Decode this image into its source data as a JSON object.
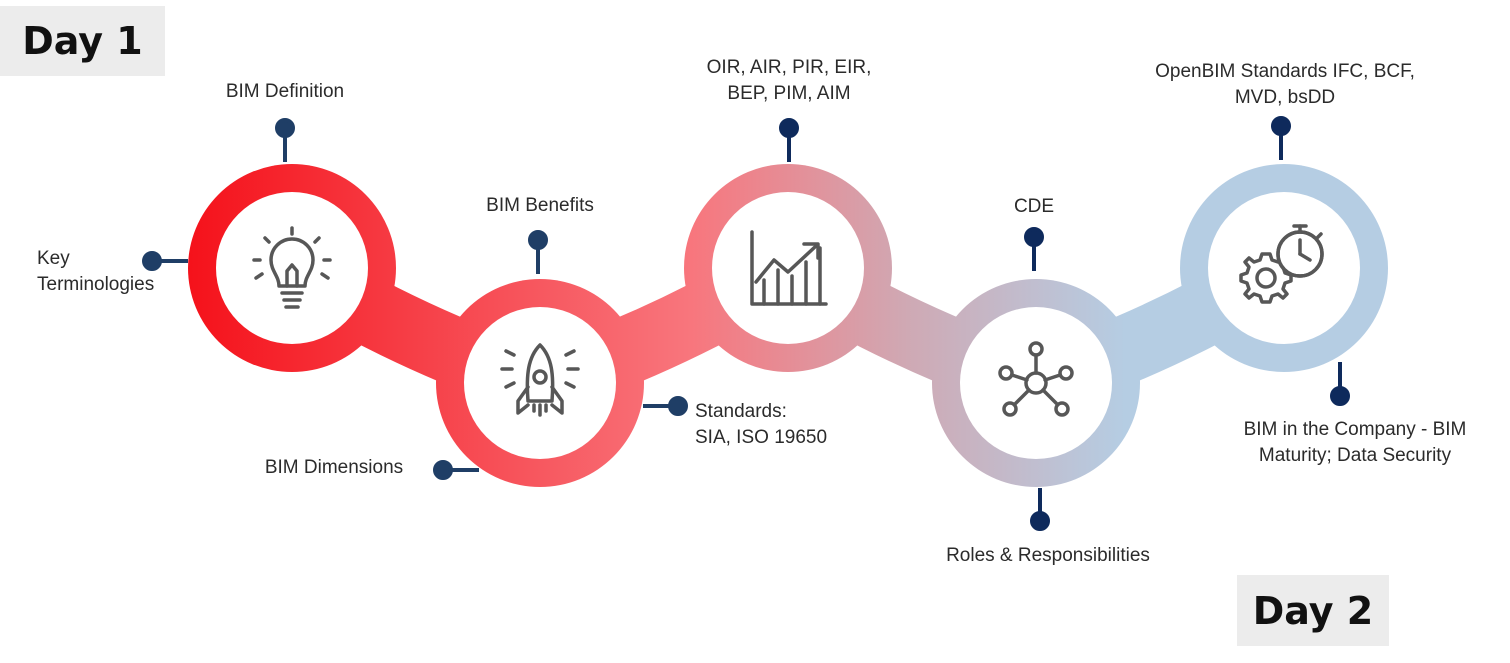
{
  "day_badges": {
    "day1": "Day 1",
    "day2": "Day 2"
  },
  "colors": {
    "gradient_start": "#f5111a",
    "gradient_mid": "#f8767d",
    "gradient_end": "#b5cde3",
    "connector": "#1f3e66",
    "icon": "#575757",
    "badge_bg": "#ececec"
  },
  "milestones": [
    {
      "icon": "lightbulb-icon"
    },
    {
      "icon": "rocket-icon"
    },
    {
      "icon": "chart-growth-icon"
    },
    {
      "icon": "network-icon"
    },
    {
      "icon": "gear-stopwatch-icon"
    }
  ],
  "labels": {
    "key_terminologies": {
      "line1": "Key",
      "line2": "Terminologies"
    },
    "bim_definition": "BIM Definition",
    "bim_dimensions": "BIM Dimensions",
    "bim_benefits": "BIM Benefits",
    "standards": {
      "line1": "Standards:",
      "line2": "SIA, ISO 19650"
    },
    "information_requirements": {
      "line1": "OIR, AIR, PIR, EIR,",
      "line2": "BEP, PIM, AIM"
    },
    "cde": "CDE",
    "roles": "Roles & Responsibilities",
    "openbim": {
      "line1": "OpenBIM Standards IFC, BCF,",
      "line2": "MVD, bsDD"
    },
    "bim_company": {
      "line1": "BIM in the Company - BIM",
      "line2": "Maturity; Data Security"
    }
  }
}
